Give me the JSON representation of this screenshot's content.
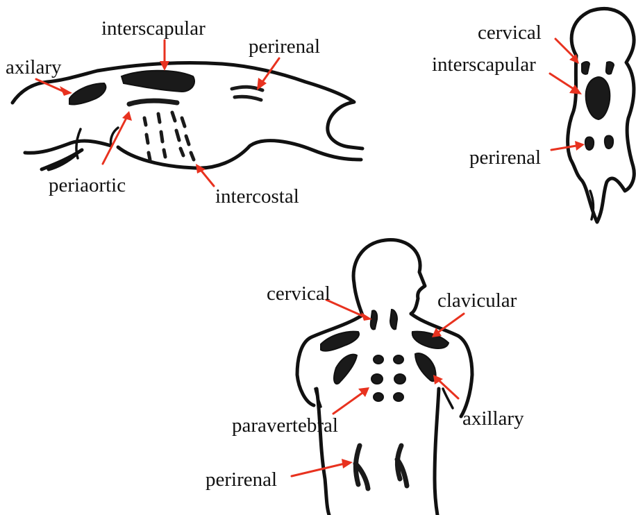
{
  "colors": {
    "arrow": "#e8321f",
    "outline": "#111111",
    "fat_depot": "#1a1a1a",
    "background": "#ffffff"
  },
  "side_view": {
    "labels": {
      "interscapular": "interscapular",
      "axilary": "axilary",
      "perirenal": "perirenal",
      "periaortic": "periaortic",
      "intercostal": "intercostal"
    }
  },
  "dorsal_view": {
    "labels": {
      "cervical": "cervical",
      "interscapular": "interscapular",
      "perirenal": "perirenal"
    }
  },
  "human_view": {
    "labels": {
      "cervical": "cervical",
      "clavicular": "clavicular",
      "axillary": "axillary",
      "paravertebral": "paravertebral",
      "perirenal": "perirenal"
    }
  }
}
